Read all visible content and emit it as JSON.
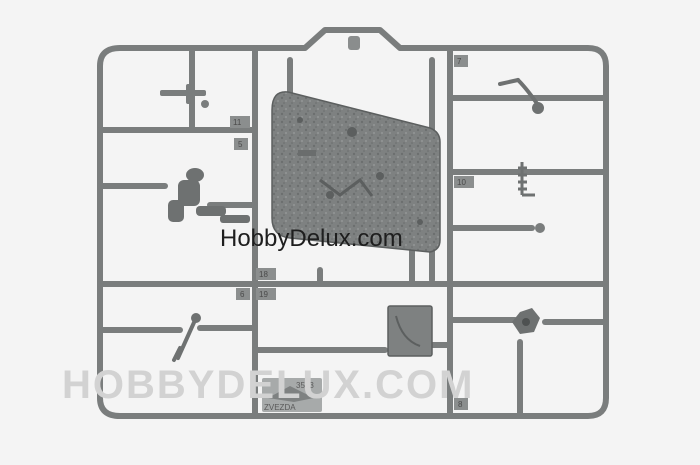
{
  "watermark": {
    "main_text": "HobbyDelux.com",
    "faint_text": "HOBBYDELUX.COM"
  },
  "sprue_labels": [
    "7",
    "11",
    "5",
    "10",
    "18",
    "6",
    "19",
    "8"
  ],
  "manufacturer_logo": {
    "brand": "ZVEZDA",
    "code": "3513"
  },
  "colors": {
    "background": "#f4f4f4",
    "plastic": "#7a7d7d",
    "plastic_dark": "#5c5f5f",
    "plastic_light": "#9a9d9d"
  }
}
